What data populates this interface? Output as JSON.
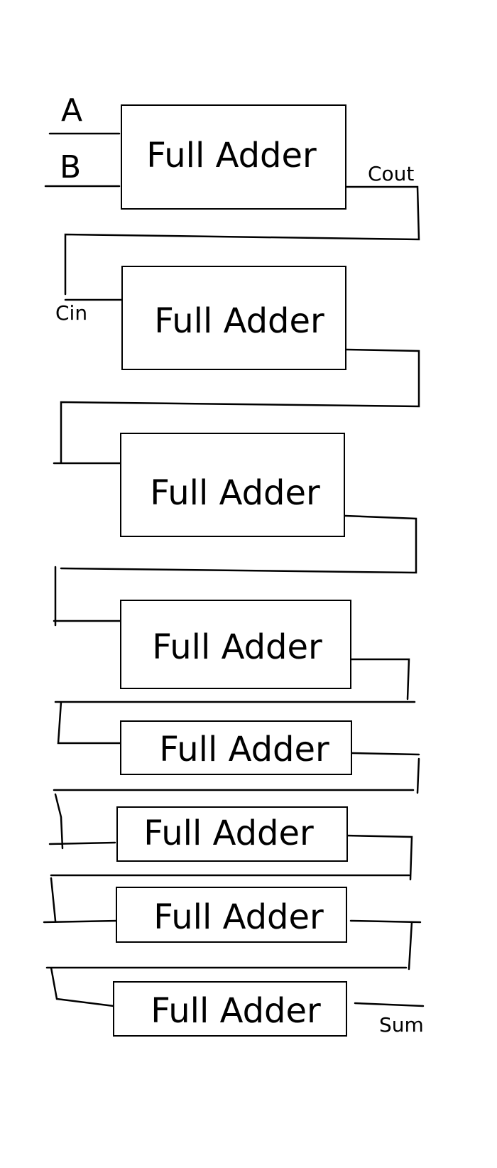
{
  "diagram": {
    "inputs": {
      "a_label": "A",
      "b_label": "B",
      "cin_label": "Cin"
    },
    "outputs": {
      "cout_label": "Cout",
      "sum_label": "Sum"
    },
    "adders": [
      {
        "label": "Full Adder"
      },
      {
        "label": "Full Adder"
      },
      {
        "label": "Full Adder"
      },
      {
        "label": "Full Adder"
      },
      {
        "label": "Full Adder"
      },
      {
        "label": "Full Adder"
      },
      {
        "label": "Full Adder"
      },
      {
        "label": "Full Adder"
      }
    ],
    "colors": {
      "stroke": "#000000",
      "background": "#ffffff"
    }
  }
}
